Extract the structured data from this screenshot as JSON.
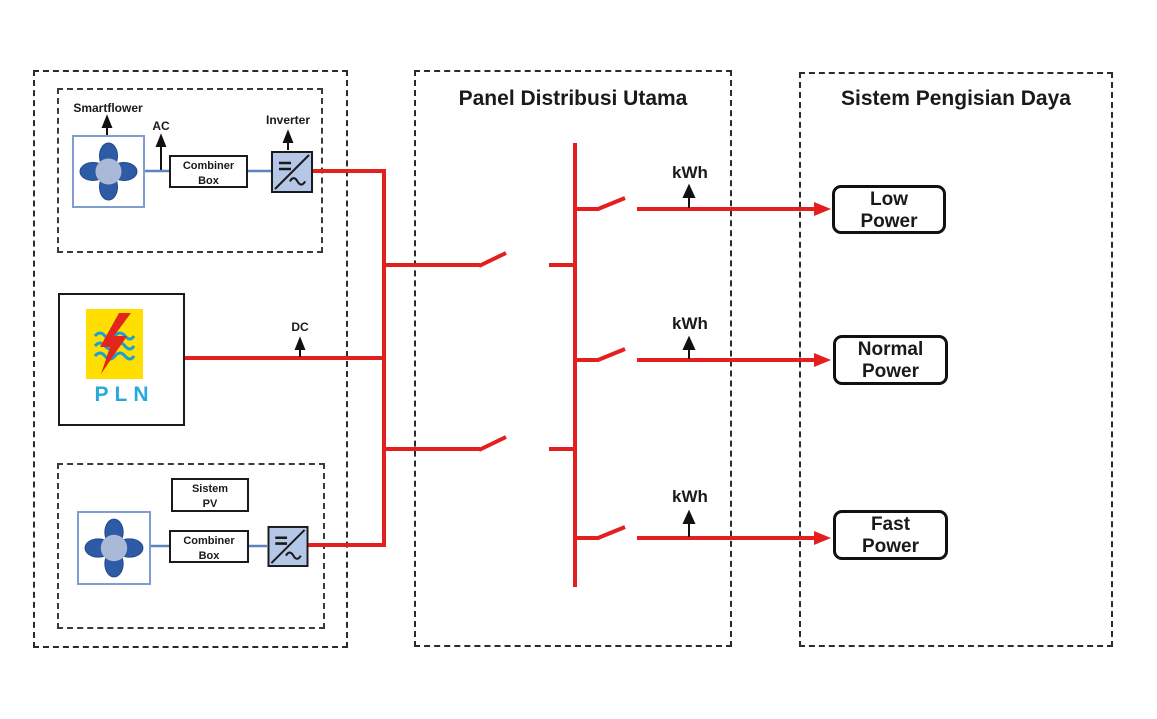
{
  "panels": {
    "sources": {
      "smartflower": {
        "label": "Smartflower",
        "ac_label": "AC",
        "inverter_label": "Inverter",
        "combiner_line1": "Combiner",
        "combiner_line2": "Box"
      },
      "pln": {
        "logo_text": "PLN",
        "dc_label": "DC"
      },
      "pv": {
        "label_line1": "Sistem",
        "label_line2": "PV",
        "combiner_line1": "Combiner",
        "combiner_line2": "Box"
      }
    },
    "distribution": {
      "title": "Panel Distribusi Utama",
      "meter_label": "kWh"
    },
    "charging": {
      "title": "Sistem Pengisian Daya",
      "outputs": [
        {
          "line1": "Low",
          "line2": "Power"
        },
        {
          "line1": "Normal",
          "line2": "Power"
        },
        {
          "line1": "Fast",
          "line2": "Power"
        }
      ]
    }
  },
  "colors": {
    "wire_red": "#e41f1f",
    "connector_blue": "#5b84bc",
    "inverter_fill": "#b4c7e7",
    "flower_petal": "#2e5ba6",
    "flower_center": "#aab9d8",
    "flower_border": "#7f9ecf",
    "pln_yellow": "#ffdf00",
    "pln_bolt_red": "#e3261d",
    "pln_wave_blue": "#18a0d8",
    "pln_text_blue": "#29a8e0"
  }
}
